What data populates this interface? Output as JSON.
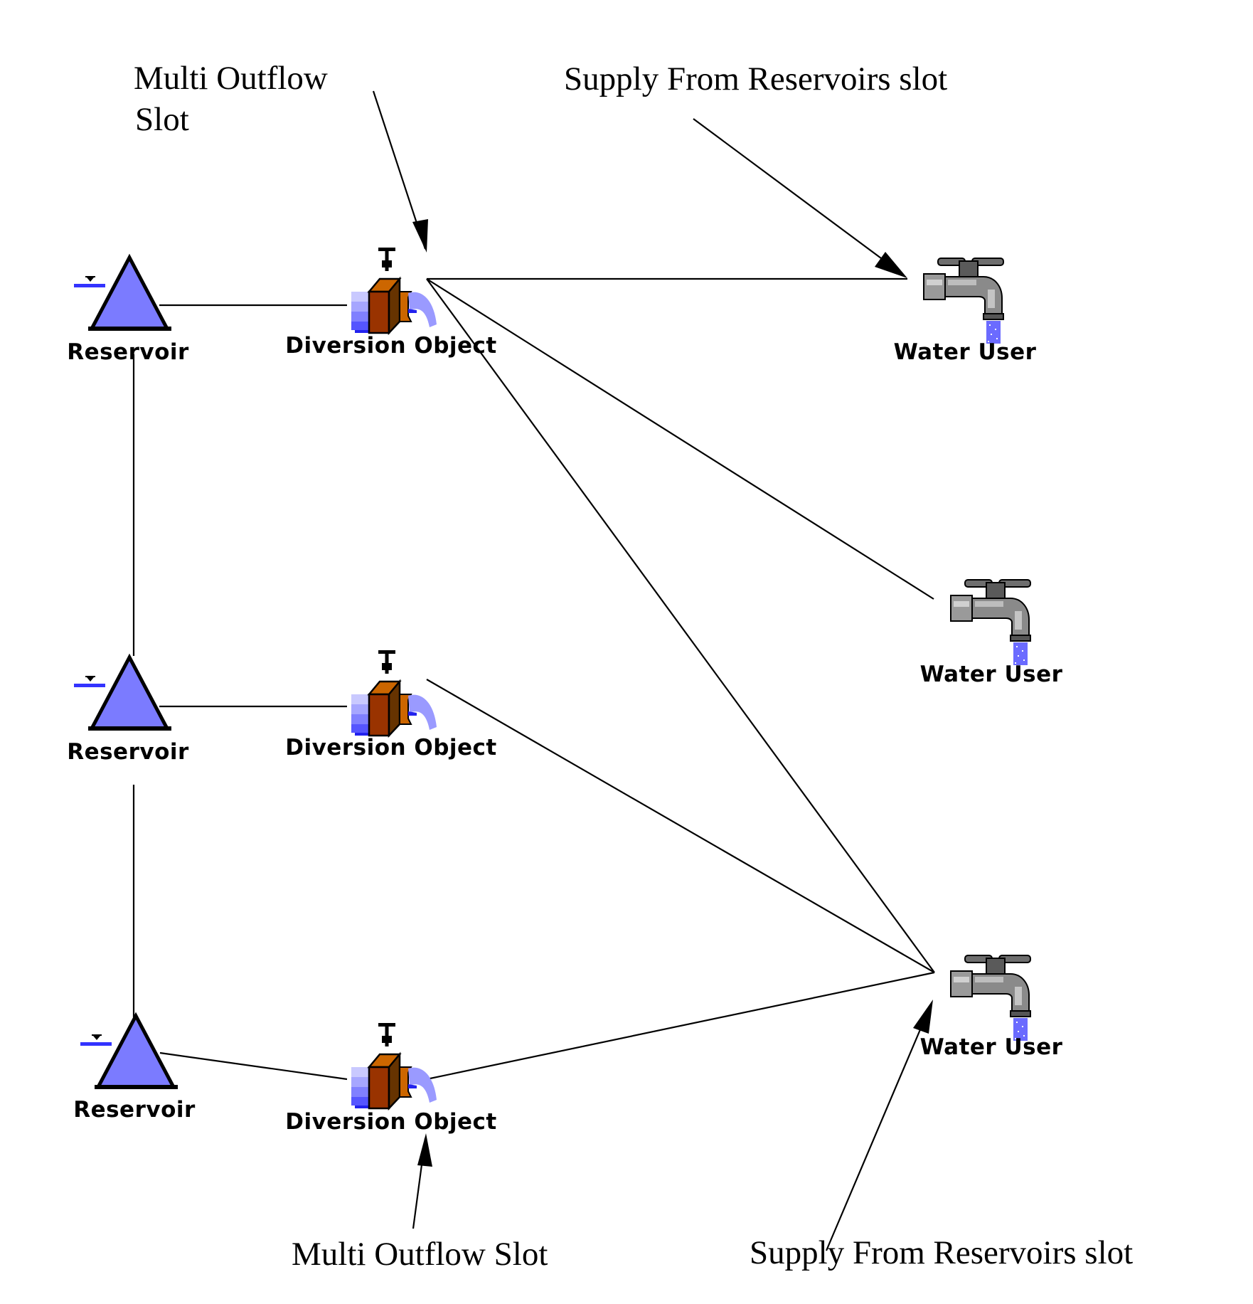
{
  "diagram": {
    "title": "Reservoirs supplying Water Users through Diversion Objects",
    "colors": {
      "reservoir_fill": "#7b7bff",
      "water_level": "#3333ff",
      "diversion_front": "#993300",
      "diversion_top": "#cc6600",
      "diversion_side": "#663300",
      "water_light": "#9a9aff",
      "faucet_gray": "#8c8c8c",
      "faucet_water": "#6b6bff"
    },
    "nodes": {
      "reservoirs": [
        {
          "id": "reservoir-1",
          "label": "Reservoir",
          "icon": "reservoir-triangle-icon"
        },
        {
          "id": "reservoir-2",
          "label": "Reservoir",
          "icon": "reservoir-triangle-icon"
        },
        {
          "id": "reservoir-3",
          "label": "Reservoir",
          "icon": "reservoir-triangle-icon"
        }
      ],
      "diversions": [
        {
          "id": "diversion-1",
          "label": "Diversion Object",
          "icon": "diversion-gate-icon"
        },
        {
          "id": "diversion-2",
          "label": "Diversion Object",
          "icon": "diversion-gate-icon"
        },
        {
          "id": "diversion-3",
          "label": "Diversion Object",
          "icon": "diversion-gate-icon"
        }
      ],
      "water_users": [
        {
          "id": "water-user-1",
          "label": "Water User",
          "icon": "faucet-icon"
        },
        {
          "id": "water-user-2",
          "label": "Water User",
          "icon": "faucet-icon"
        },
        {
          "id": "water-user-3",
          "label": "Water User",
          "icon": "faucet-icon"
        }
      ]
    },
    "links": [
      {
        "from": "reservoir-1",
        "to": "reservoir-2"
      },
      {
        "from": "reservoir-2",
        "to": "reservoir-3"
      },
      {
        "from": "reservoir-1",
        "to": "diversion-1"
      },
      {
        "from": "reservoir-2",
        "to": "diversion-2"
      },
      {
        "from": "reservoir-3",
        "to": "diversion-3"
      },
      {
        "from": "diversion-1",
        "to": "water-user-1"
      },
      {
        "from": "diversion-1",
        "to": "water-user-2"
      },
      {
        "from": "diversion-1",
        "to": "water-user-3"
      },
      {
        "from": "diversion-2",
        "to": "water-user-3"
      },
      {
        "from": "diversion-3",
        "to": "water-user-3"
      }
    ],
    "annotations": {
      "top_left": {
        "line1": "Multi Outflow",
        "line2": "Slot",
        "points_to": "diversion-1"
      },
      "top_right": {
        "text": "Supply From Reservoirs slot",
        "points_to": "water-user-1"
      },
      "bottom_left": {
        "text": "Multi Outflow Slot",
        "points_to": "diversion-3"
      },
      "bottom_right": {
        "text": "Supply From Reservoirs slot",
        "points_to": "water-user-3"
      }
    }
  }
}
